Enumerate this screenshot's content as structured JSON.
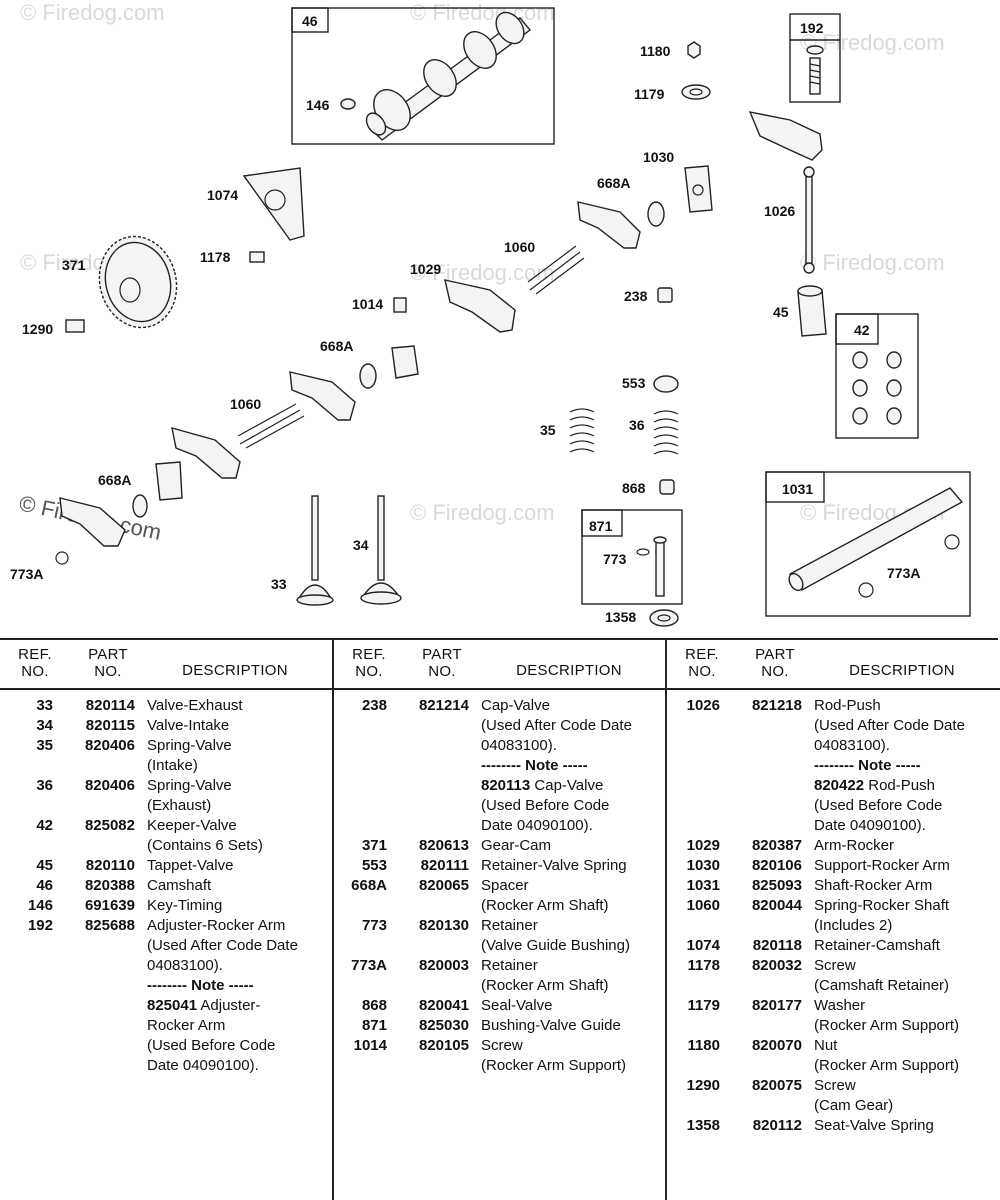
{
  "watermark": "© Firedog.com",
  "callouts": {
    "c46": "46",
    "c146": "146",
    "c1180": "1180",
    "c1179": "1179",
    "c192": "192",
    "c1030": "1030",
    "c668a_1": "668A",
    "c1026": "1026",
    "c1074": "1074",
    "c1178": "1178",
    "c371": "371",
    "c1060_1": "1060",
    "c1029": "1029",
    "c238": "238",
    "c1014": "1014",
    "c1290": "1290",
    "c45": "45",
    "c42": "42",
    "c668a_2": "668A",
    "c553": "553",
    "c1060_2": "1060",
    "c35": "35",
    "c36": "36",
    "c668a_3": "668A",
    "c868": "868",
    "c1031": "1031",
    "c871": "871",
    "c773": "773",
    "c34": "34",
    "c773a_1": "773A",
    "c773a_2": "773A",
    "c33": "33",
    "c1358": "1358"
  },
  "table": {
    "headers": {
      "ref": "REF.\nNO.",
      "part": "PART\nNO.",
      "desc": "DESCRIPTION"
    },
    "columns": [
      [
        {
          "ref": "33",
          "part": "820114",
          "desc": "Valve-Exhaust"
        },
        {
          "ref": "34",
          "part": "820115",
          "desc": "Valve-Intake"
        },
        {
          "ref": "35",
          "part": "820406",
          "desc": "Spring-Valve"
        },
        {
          "ref": "",
          "part": "",
          "desc": "(Intake)"
        },
        {
          "ref": "36",
          "part": "820406",
          "desc": "Spring-Valve"
        },
        {
          "ref": "",
          "part": "",
          "desc": "(Exhaust)"
        },
        {
          "ref": "42",
          "part": "825082",
          "desc": "Keeper-Valve"
        },
        {
          "ref": "",
          "part": "",
          "desc": "(Contains 6 Sets)"
        },
        {
          "ref": "45",
          "part": "820110",
          "desc": "Tappet-Valve"
        },
        {
          "ref": "46",
          "part": "820388",
          "desc": "Camshaft"
        },
        {
          "ref": "146",
          "part": "691639",
          "desc": "Key-Timing"
        },
        {
          "ref": "192",
          "part": "825688",
          "desc": "Adjuster-Rocker Arm"
        },
        {
          "ref": "",
          "part": "",
          "desc": "(Used After Code Date"
        },
        {
          "ref": "",
          "part": "",
          "desc": "04083100)."
        },
        {
          "ref": "",
          "part": "",
          "desc": "-------- Note -----",
          "note": true
        },
        {
          "ref": "",
          "part": "",
          "desc": "825041 Adjuster-",
          "bold_prefix": "825041"
        },
        {
          "ref": "",
          "part": "",
          "desc": "Rocker Arm"
        },
        {
          "ref": "",
          "part": "",
          "desc": "(Used Before Code"
        },
        {
          "ref": "",
          "part": "",
          "desc": "Date 04090100)."
        }
      ],
      [
        {
          "ref": "238",
          "part": "821214",
          "desc": "Cap-Valve"
        },
        {
          "ref": "",
          "part": "",
          "desc": "(Used After Code Date"
        },
        {
          "ref": "",
          "part": "",
          "desc": "04083100)."
        },
        {
          "ref": "",
          "part": "",
          "desc": "-------- Note -----",
          "note": true
        },
        {
          "ref": "",
          "part": "",
          "desc": "820113 Cap-Valve",
          "bold_prefix": "820113"
        },
        {
          "ref": "",
          "part": "",
          "desc": "(Used Before Code"
        },
        {
          "ref": "",
          "part": "",
          "desc": "Date 04090100)."
        },
        {
          "ref": "371",
          "part": "820613",
          "desc": "Gear-Cam"
        },
        {
          "ref": "553",
          "part": "820111",
          "desc": "Retainer-Valve Spring"
        },
        {
          "ref": "668A",
          "part": "820065",
          "desc": "Spacer"
        },
        {
          "ref": "",
          "part": "",
          "desc": "(Rocker Arm Shaft)"
        },
        {
          "ref": "773",
          "part": "820130",
          "desc": "Retainer"
        },
        {
          "ref": "",
          "part": "",
          "desc": "(Valve Guide Bushing)"
        },
        {
          "ref": "773A",
          "part": "820003",
          "desc": "Retainer"
        },
        {
          "ref": "",
          "part": "",
          "desc": "(Rocker Arm Shaft)"
        },
        {
          "ref": "868",
          "part": "820041",
          "desc": "Seal-Valve"
        },
        {
          "ref": "871",
          "part": "825030",
          "desc": "Bushing-Valve Guide"
        },
        {
          "ref": "1014",
          "part": "820105",
          "desc": "Screw"
        },
        {
          "ref": "",
          "part": "",
          "desc": "(Rocker Arm Support)"
        }
      ],
      [
        {
          "ref": "1026",
          "part": "821218",
          "desc": "Rod-Push"
        },
        {
          "ref": "",
          "part": "",
          "desc": "(Used After Code Date"
        },
        {
          "ref": "",
          "part": "",
          "desc": "04083100)."
        },
        {
          "ref": "",
          "part": "",
          "desc": "-------- Note -----",
          "note": true
        },
        {
          "ref": "",
          "part": "",
          "desc": "820422 Rod-Push",
          "bold_prefix": "820422"
        },
        {
          "ref": "",
          "part": "",
          "desc": "(Used Before Code"
        },
        {
          "ref": "",
          "part": "",
          "desc": "Date 04090100)."
        },
        {
          "ref": "1029",
          "part": "820387",
          "desc": "Arm-Rocker"
        },
        {
          "ref": "1030",
          "part": "820106",
          "desc": "Support-Rocker Arm"
        },
        {
          "ref": "1031",
          "part": "825093",
          "desc": "Shaft-Rocker Arm"
        },
        {
          "ref": "1060",
          "part": "820044",
          "desc": "Spring-Rocker Shaft"
        },
        {
          "ref": "",
          "part": "",
          "desc": "(Includes 2)"
        },
        {
          "ref": "1074",
          "part": "820118",
          "desc": "Retainer-Camshaft"
        },
        {
          "ref": "1178",
          "part": "820032",
          "desc": "Screw"
        },
        {
          "ref": "",
          "part": "",
          "desc": "(Camshaft Retainer)"
        },
        {
          "ref": "1179",
          "part": "820177",
          "desc": "Washer"
        },
        {
          "ref": "",
          "part": "",
          "desc": "(Rocker Arm Support)"
        },
        {
          "ref": "1180",
          "part": "820070",
          "desc": "Nut"
        },
        {
          "ref": "",
          "part": "",
          "desc": "(Rocker Arm Support)"
        },
        {
          "ref": "1290",
          "part": "820075",
          "desc": "Screw"
        },
        {
          "ref": "",
          "part": "",
          "desc": "(Cam Gear)"
        },
        {
          "ref": "1358",
          "part": "820112",
          "desc": "Seat-Valve Spring"
        }
      ]
    ]
  }
}
